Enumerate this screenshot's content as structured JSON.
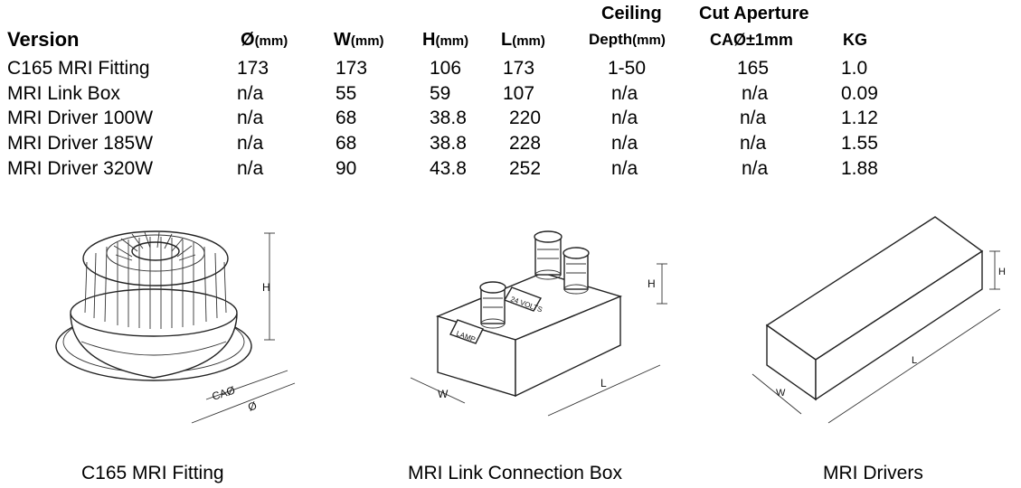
{
  "table": {
    "headers": {
      "version": "Version",
      "dia": {
        "symbol": "Ø",
        "unit": "(mm)"
      },
      "w": {
        "symbol": "W",
        "unit": "(mm)"
      },
      "h": {
        "symbol": "H",
        "unit": "(mm)"
      },
      "l": {
        "symbol": "L",
        "unit": "(mm)"
      },
      "ceiling_top": "Ceiling",
      "ceiling_bottom": "Depth",
      "ceiling_unit": "(mm)",
      "aperture_top": "Cut Aperture",
      "aperture_bottom": "CAØ±1mm",
      "kg": "KG"
    },
    "rows": [
      {
        "version": "C165 MRI Fitting",
        "dia": "173",
        "w": "173",
        "h": "106",
        "l": "173",
        "depth": "1-50",
        "aperture": "165",
        "kg": "1.0"
      },
      {
        "version": "MRI Link Box",
        "dia": "n/a",
        "w": "55",
        "h": "59",
        "l": "107",
        "depth": "n/a",
        "aperture": "n/a",
        "kg": "0.09"
      },
      {
        "version": "MRI Driver 100W",
        "dia": "n/a",
        "w": "68",
        "h": "38.8",
        "l": "220",
        "depth": "n/a",
        "aperture": "n/a",
        "kg": "1.12"
      },
      {
        "version": "MRI Driver 185W",
        "dia": "n/a",
        "w": "68",
        "h": "38.8",
        "l": "228",
        "depth": "n/a",
        "aperture": "n/a",
        "kg": "1.55"
      },
      {
        "version": "MRI Driver 320W",
        "dia": "n/a",
        "w": "90",
        "h": "43.8",
        "l": "252",
        "depth": "n/a",
        "aperture": "n/a",
        "kg": "1.88"
      }
    ]
  },
  "figures": {
    "fitting": {
      "caption": "C165 MRI Fitting",
      "label_h": "H",
      "label_ca": "CAØ",
      "label_dia": "Ø"
    },
    "linkbox": {
      "caption": "MRI Link Connection Box",
      "label_h": "H",
      "label_w": "W",
      "label_l": "L",
      "tag_volts": "24 VOLTS",
      "tag_lamp": "LAMP"
    },
    "drivers": {
      "caption": "MRI Drivers",
      "label_h": "H",
      "label_w": "W",
      "label_l": "L"
    }
  }
}
